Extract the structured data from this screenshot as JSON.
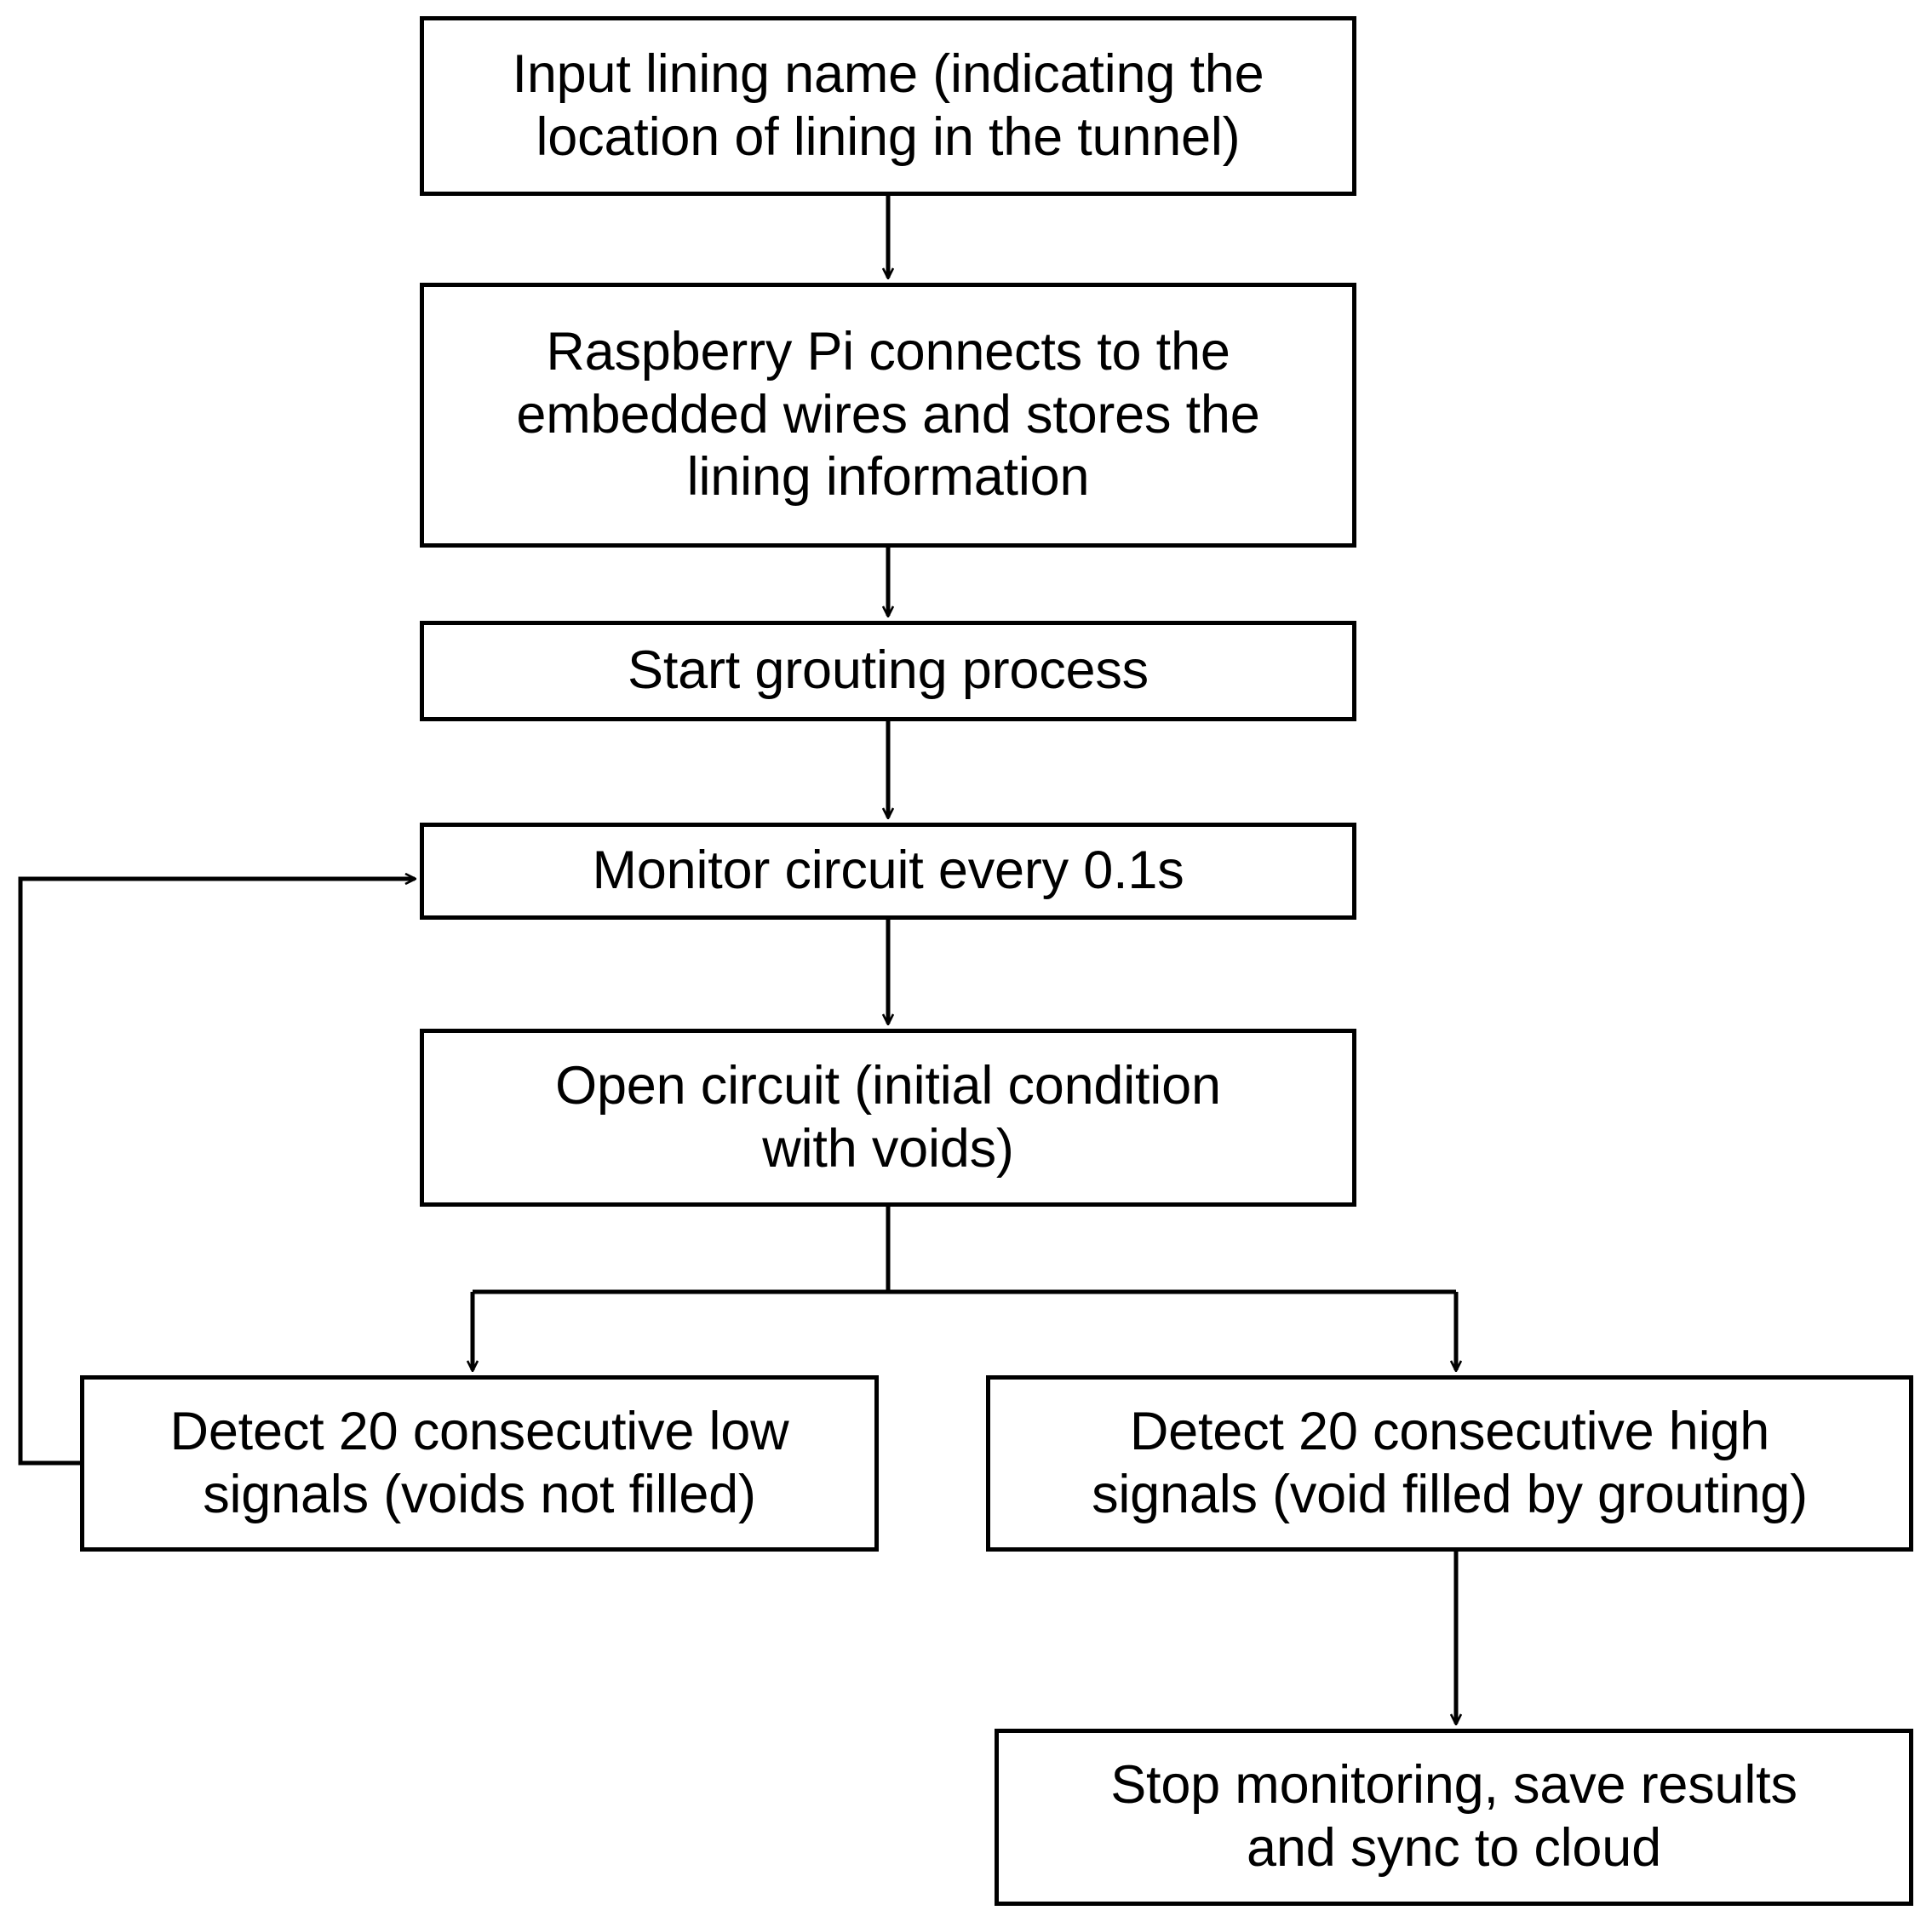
{
  "diagram": {
    "title": "Grouting void-detection monitoring flowchart",
    "stroke_color": "#000000",
    "fill_color": "#ffffff",
    "nodes": [
      {
        "id": "input-lining-name",
        "label": "Input lining name (indicating the\nlocation of lining in the tunnel)"
      },
      {
        "id": "raspberry-pi",
        "label": "Raspberry Pi connects to the\nembedded wires and stores the\nlining information"
      },
      {
        "id": "start-grouting",
        "label": "Start grouting process"
      },
      {
        "id": "monitor-circuit",
        "label": "Monitor circuit every 0.1s"
      },
      {
        "id": "open-circuit",
        "label": "Open circuit (initial condition\nwith voids)"
      },
      {
        "id": "detect-low-signals",
        "label": "Detect 20 consecutive low\nsignals (voids not filled)"
      },
      {
        "id": "detect-high-signals",
        "label": "Detect 20 consecutive high\nsignals (void filled by grouting)"
      },
      {
        "id": "stop-monitoring",
        "label": "Stop monitoring, save results\nand sync to cloud"
      }
    ],
    "edges": [
      {
        "id": "input-to-raspberry",
        "from": "input-lining-name",
        "to": "raspberry-pi",
        "kind": "straight-down",
        "arrow": true
      },
      {
        "id": "raspberry-to-start",
        "from": "raspberry-pi",
        "to": "start-grouting",
        "kind": "straight-down",
        "arrow": true
      },
      {
        "id": "start-to-monitor",
        "from": "start-grouting",
        "to": "monitor-circuit",
        "kind": "straight-down",
        "arrow": true
      },
      {
        "id": "monitor-to-open",
        "from": "monitor-circuit",
        "to": "open-circuit",
        "kind": "straight-down",
        "arrow": true
      },
      {
        "id": "open-to-detect-low",
        "from": "open-circuit",
        "to": "detect-low-signals",
        "kind": "split-left",
        "arrow": true
      },
      {
        "id": "open-to-detect-high",
        "from": "open-circuit",
        "to": "detect-high-signals",
        "kind": "split-right",
        "arrow": true
      },
      {
        "id": "detect-low-to-monitor",
        "from": "detect-low-signals",
        "to": "monitor-circuit",
        "kind": "feedback-loop",
        "arrow": true
      },
      {
        "id": "detect-high-to-stop",
        "from": "detect-high-signals",
        "to": "stop-monitoring",
        "kind": "straight-down",
        "arrow": true
      }
    ]
  }
}
